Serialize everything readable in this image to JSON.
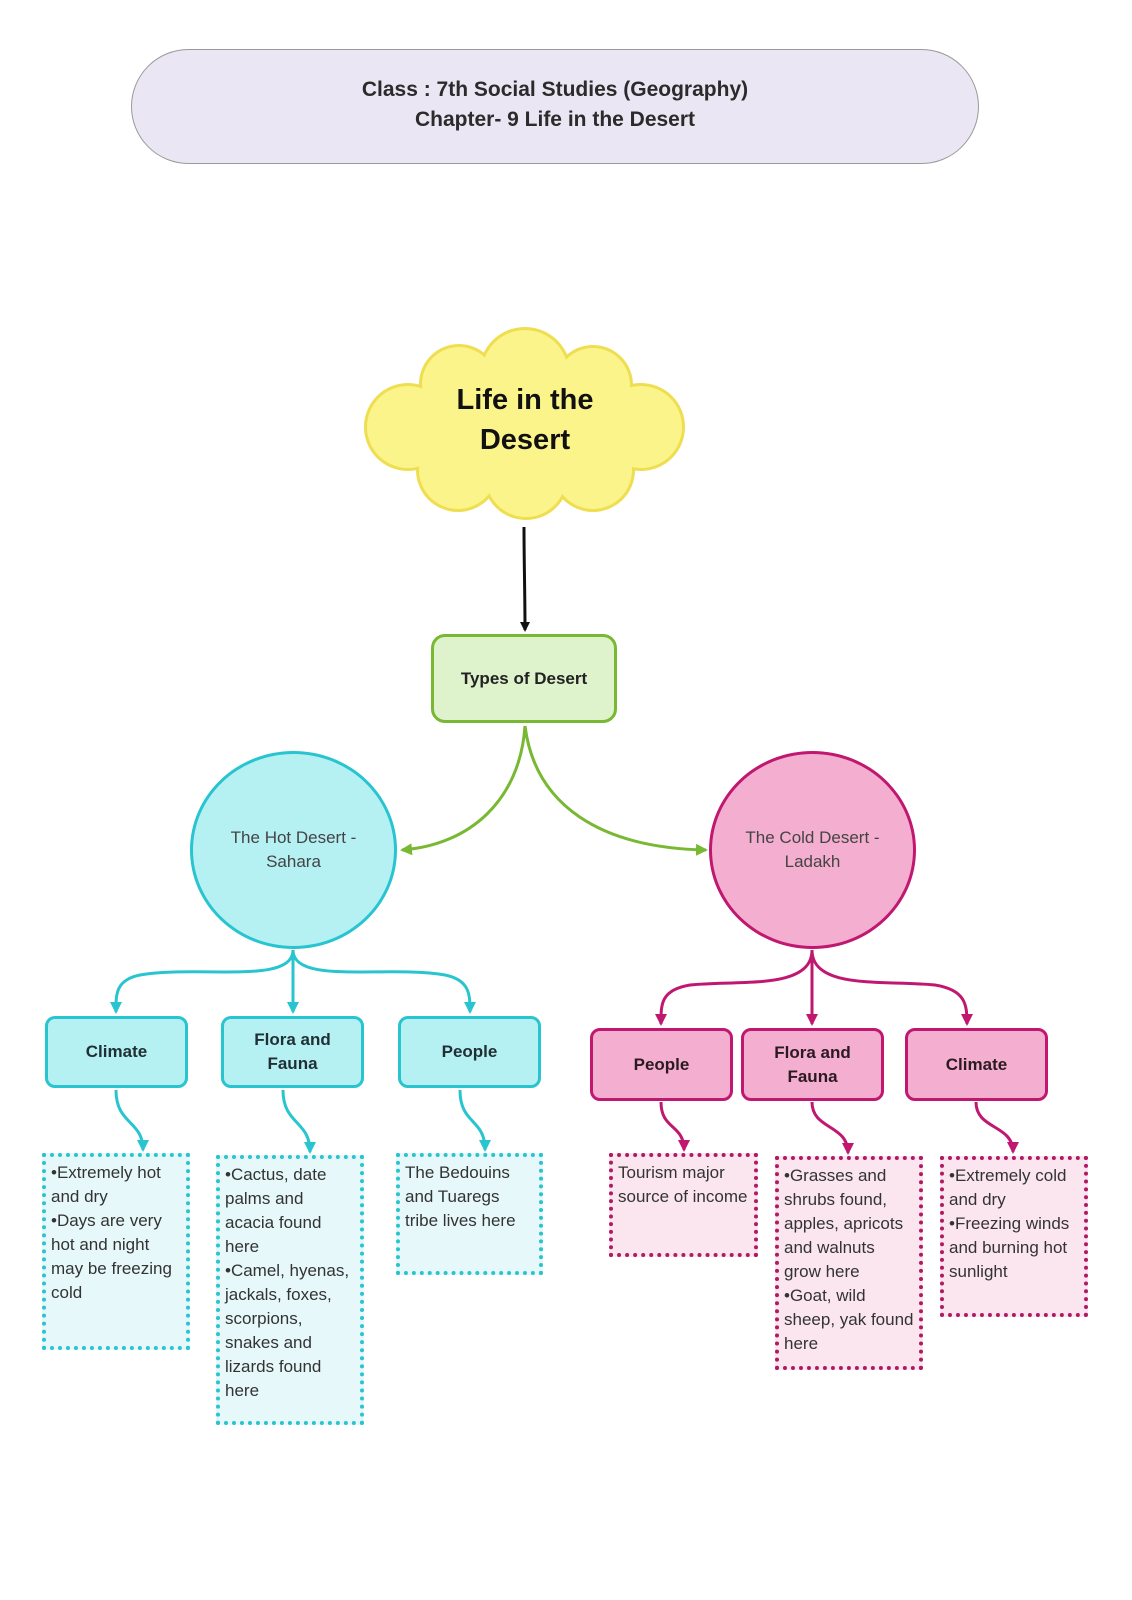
{
  "header": {
    "line1": "Class : 7th Social Studies (Geography)",
    "line2": "Chapter- 9 Life in the Desert"
  },
  "root": {
    "line1": "Life in the",
    "line2": "Desert"
  },
  "types": {
    "label": "Types of Desert"
  },
  "hot_desert": {
    "label": "The Hot Desert  - Sahara",
    "climate": {
      "label": "Climate",
      "text": "•Extremely  hot and dry\n•Days are very hot and night may be freezing cold"
    },
    "flora": {
      "label": "Flora and Fauna",
      "text": "•Cactus, date palms and acacia found here\n•Camel, hyenas, jackals, foxes, scorpions, snakes and lizards found here"
    },
    "people": {
      "label": "People",
      "text": "The Bedouins and Tuaregs tribe lives here"
    }
  },
  "cold_desert": {
    "label": "The Cold Desert - Ladakh",
    "people": {
      "label": "People",
      "text": "Tourism major source of income"
    },
    "flora": {
      "label": "Flora and Fauna",
      "text": "•Grasses and shrubs found, apples, apricots and walnuts grow here\n•Goat, wild sheep, yak found here"
    },
    "climate": {
      "label": "Climate",
      "text": "•Extremely cold and dry\n•Freezing winds and burning hot sunlight"
    }
  },
  "colors": {
    "root": "#fbf48a",
    "types_border": "#78b832",
    "hot_border": "#28c4cf",
    "cold_border": "#c01870"
  }
}
